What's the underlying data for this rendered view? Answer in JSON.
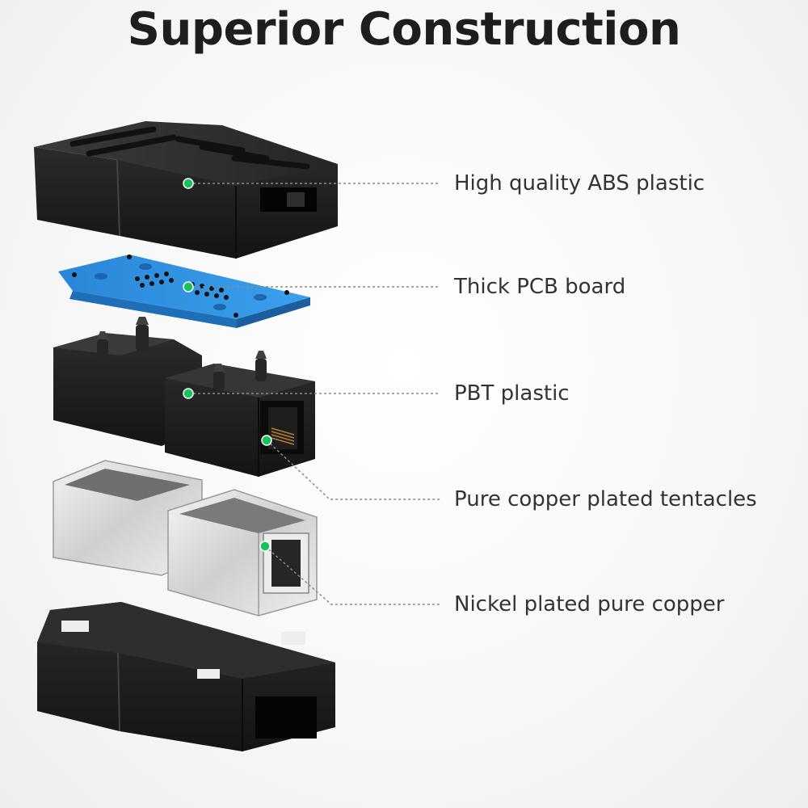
{
  "title": "Superior Construction",
  "callouts": [
    {
      "label": "High quality ABS plastic"
    },
    {
      "label": "Thick PCB board"
    },
    {
      "label": "PBT plastic"
    },
    {
      "label": "Pure copper plated tentacles"
    },
    {
      "label": "Nickel plated pure copper"
    }
  ],
  "colors": {
    "marker": "#16c35a",
    "leader_line": "#8a8a8a",
    "pcb": "#2f8fe0",
    "housing": "#1c1c1c",
    "shield": "#e6e6e6"
  }
}
